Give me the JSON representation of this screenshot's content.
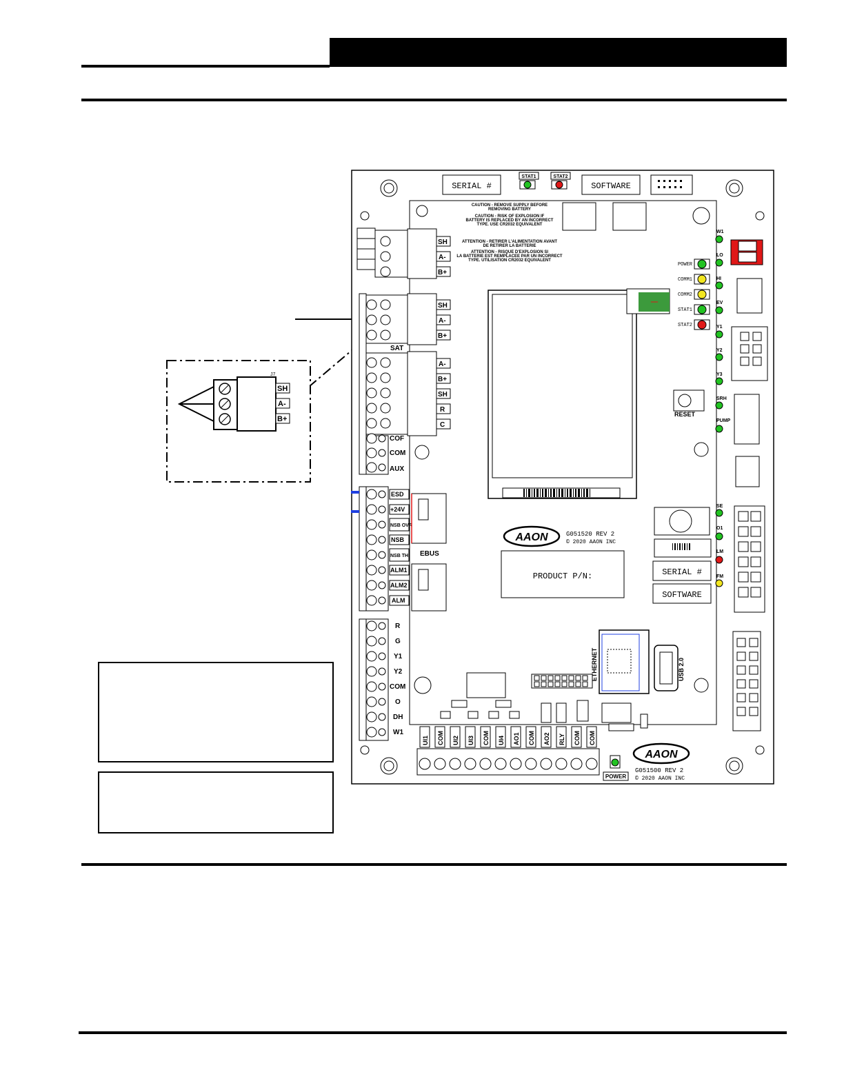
{
  "board": {
    "top_labels": {
      "serial": "SERIAL #",
      "software": "SOFTWARE",
      "stat1": "STAT1",
      "stat2": "STAT2"
    },
    "cautions": [
      "CAUTION - REMOVE SUPPLY BEFORE",
      "REMOVING BATTERY",
      "CAUTION - RISK OF EXPLOSION IF",
      "BATTERY IS REPLACED BY AN INCORRECT",
      "TYPE. USE CR2032 EQUIVALENT",
      "ATTENTION - RETIRER L'ALIMENTATION AVANT",
      "DE RETIRER LA BATTERIE",
      "ATTENTION - RISQUE D'EXPLOSION SI",
      "LA BATTERIE EST REMPLACEE PAR UN INCORRECT",
      "TYPE. UTILISATION CR2032 EQUIVALENT"
    ],
    "comm_terminals_j5": [
      "SH",
      "A-",
      "B+"
    ],
    "comm_terminals_j7": [
      "SH",
      "A-",
      "B+"
    ],
    "sat_label": "SAT",
    "sat_terminals": [
      "A-",
      "B+",
      "SH",
      "R",
      "C"
    ],
    "aux_terminals": [
      "COF",
      "COM",
      "AUX"
    ],
    "h8_terminals": [
      "ESD",
      "+24V",
      "NSB OVR",
      "NSB",
      "NSB TH",
      "ALM1",
      "ALM2",
      "ALM"
    ],
    "ebus": "EBUS",
    "h12_terminals": [
      "R",
      "G",
      "Y1",
      "Y2",
      "COM",
      "O",
      "DH",
      "W1"
    ],
    "bottom_terminals": [
      "UI1",
      "COM",
      "UI2",
      "UI3",
      "COM",
      "UI4",
      "AO1",
      "COM",
      "AO2",
      "RLY",
      "COM",
      "COM"
    ],
    "leds": [
      "POWER",
      "COMM1",
      "COMM2",
      "STAT1",
      "STAT2"
    ],
    "reset": "RESET",
    "right_outputs": [
      "W1",
      "LO",
      "HI",
      "EV",
      "Y1",
      "Y2",
      "Y3",
      "SRH",
      "PUMP",
      "SE",
      "O1",
      "LM",
      "FM"
    ],
    "brand": "AAON",
    "board_rev": "G051520 REV 2",
    "board_copy": "© 2020 AAON INC",
    "product_pn": "PRODUCT P/N:",
    "serial2": "SERIAL #",
    "software2": "SOFTWARE",
    "ethernet": "ETHERNET",
    "usb": "USB 2.0",
    "power_label": "POWER",
    "base_rev": "G051500 REV 2",
    "base_copy": "© 2020 AAON INC"
  },
  "inset": {
    "terminals": [
      "SH",
      "A-",
      "B+"
    ],
    "connector": "J7"
  },
  "colors": {
    "led_green": "#22c322",
    "led_yellow": "#f2e620",
    "led_red": "#e01818",
    "accent_blue": "#1f3fe0",
    "highlight_green": "#3c9a3c"
  }
}
